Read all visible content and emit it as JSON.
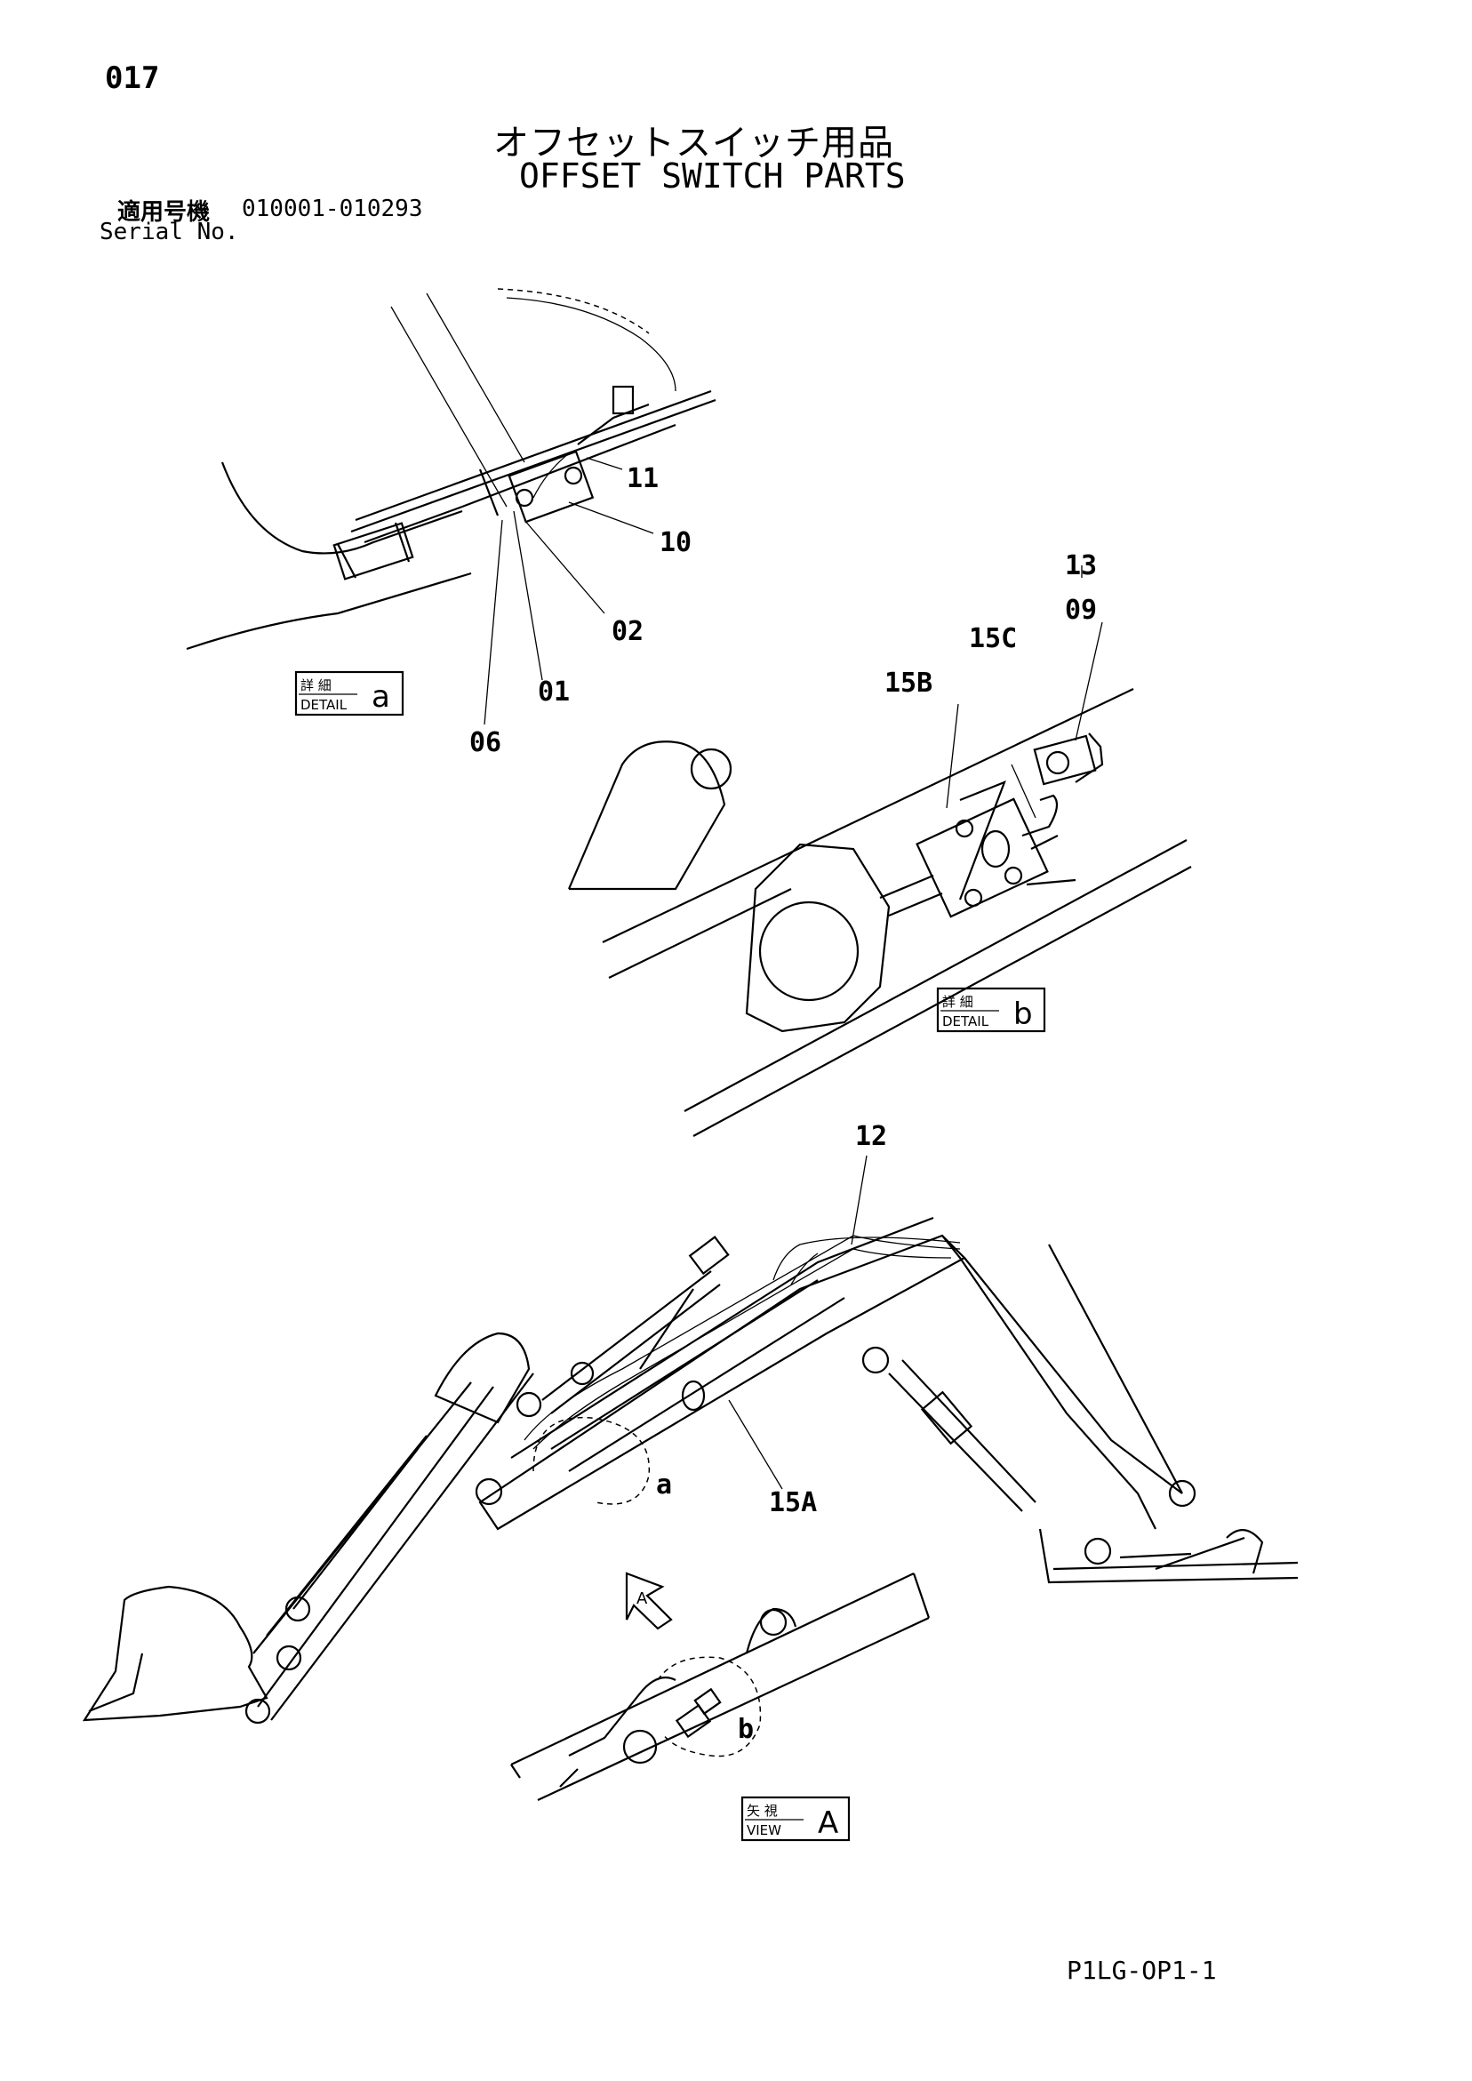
{
  "header": {
    "page_number": "017",
    "title_ja": "オフセットスイッチ用品",
    "title_en": "OFFSET SWITCH PARTS",
    "serial_label_ja": "適用号機",
    "serial_range": "010001-010293",
    "serial_label_en": "Serial No."
  },
  "callouts": {
    "c11": "11",
    "c10": "10",
    "c02": "02",
    "c01": "01",
    "c06": "06",
    "c13": "13",
    "c09": "09",
    "c15c": "15C",
    "c15b": "15B",
    "c12": "12",
    "c15a": "15A",
    "ca": "a",
    "cb": "b"
  },
  "labels": {
    "detail_a": {
      "ja": "詳 細",
      "en": "DETAIL",
      "letter": "a"
    },
    "detail_b": {
      "ja": "詳 細",
      "en": "DETAIL",
      "letter": "b"
    },
    "view_a": {
      "ja": "矢 視",
      "en": "VIEW",
      "letter": "A"
    },
    "arrow_a": "A"
  },
  "footer": {
    "doc_code": "P1LG-OP1-1"
  }
}
